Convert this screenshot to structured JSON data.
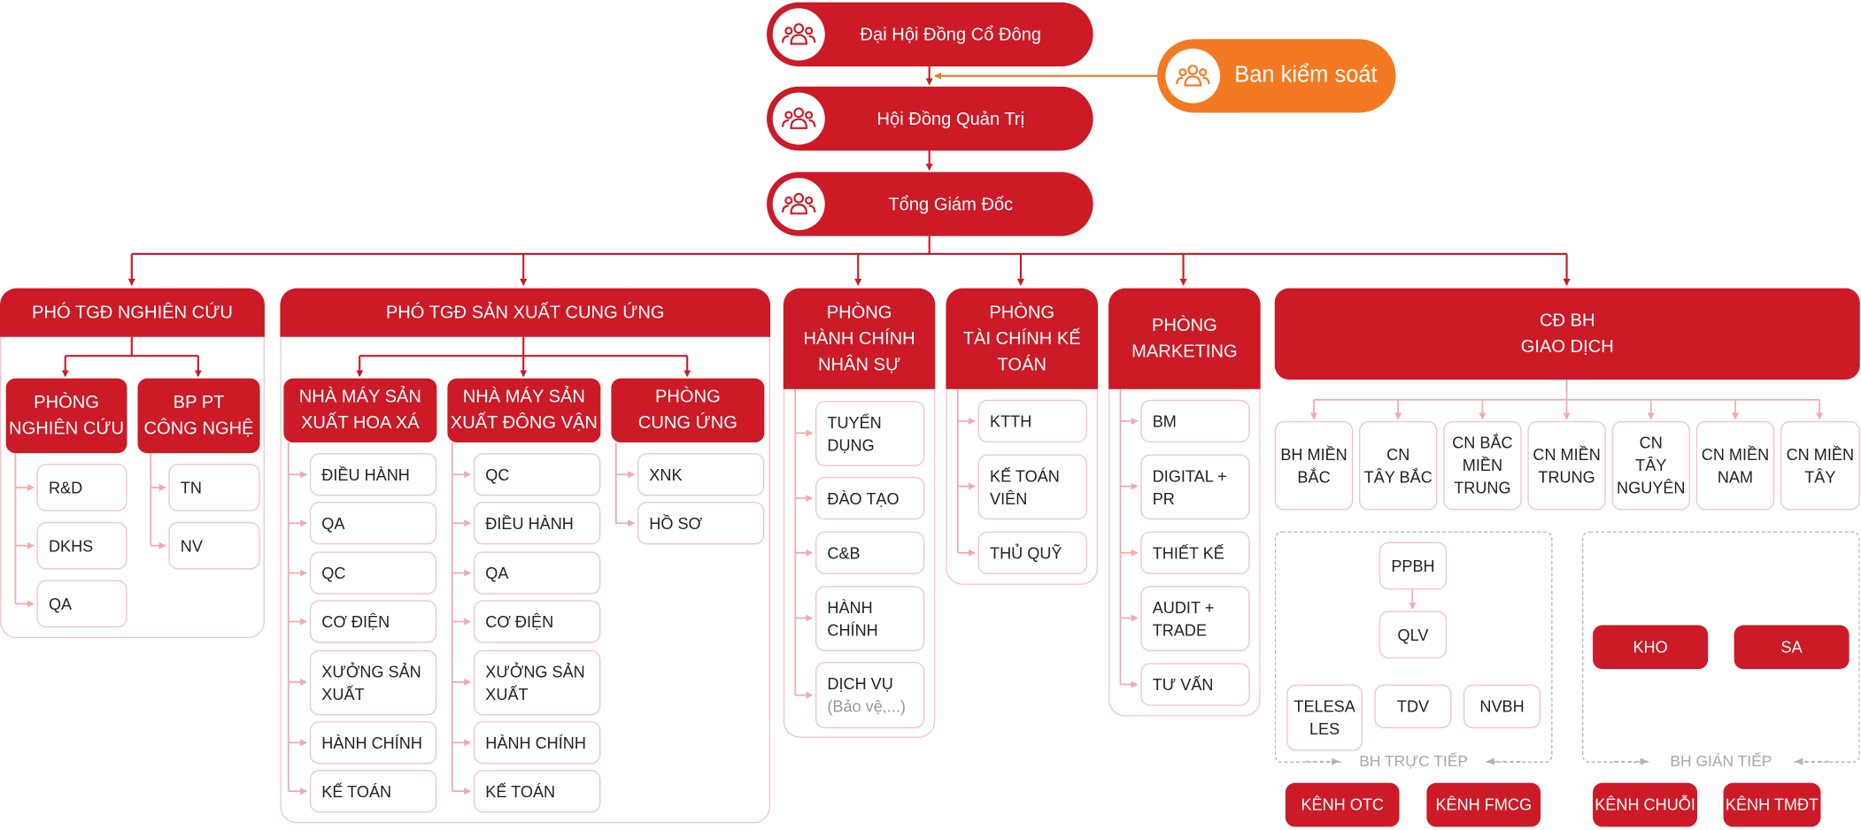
{
  "top": {
    "shareholders": "Đại Hội Đồng Cổ Đông",
    "board": "Hội Đồng Quản Trị",
    "ceo": "Tổng Giám Đốc",
    "supervisory": "Ban kiểm soát",
    "icon": "people-group-icon"
  },
  "research": {
    "title": "PHÓ TGĐ NGHIÊN CỨU",
    "units": [
      {
        "title": "PHÒNG\nNGHIÊN CỨU",
        "items": [
          "R&D",
          "DKHS",
          "QA"
        ]
      },
      {
        "title": "BP PT\nCÔNG NGHỆ",
        "items": [
          "TN",
          "NV"
        ]
      }
    ]
  },
  "production": {
    "title": "PHÓ TGĐ SẢN XUẤT CUNG ỨNG",
    "units": [
      {
        "title": "NHÀ MÁY SẢN\nXUẤT HOA XÁ",
        "items": [
          "ĐIỀU HÀNH",
          "QA",
          "QC",
          "CƠ ĐIỆN",
          "XƯỞNG SẢN\nXUẤT",
          "HÀNH CHÍNH",
          "KẾ TOÁN"
        ]
      },
      {
        "title": "NHÀ MÁY SẢN\nXUẤT ĐÔNG VẬN",
        "items": [
          "QC",
          "ĐIỀU HÀNH",
          "QA",
          "CƠ ĐIỆN",
          "XƯỞNG SẢN\nXUẤT",
          "HÀNH CHÍNH",
          "KẾ TOÁN"
        ]
      },
      {
        "title": "PHÒNG\nCUNG ỨNG",
        "items": [
          "XNK",
          "HỒ SƠ"
        ]
      }
    ]
  },
  "hr": {
    "title": "PHÒNG\nHÀNH CHÍNH\nNHÂN SỰ",
    "items": [
      "TUYỂN\nDỤNG",
      "ĐÀO TẠO",
      "C&B",
      "HÀNH\nCHÍNH",
      "DỊCH VỤ"
    ],
    "note": "(Bảo vệ,...)"
  },
  "finance": {
    "title": "PHÒNG\nTÀI CHÍNH KẾ\nTOÁN",
    "items": [
      "KTTH",
      "KẾ TOÁN\nVIÊN",
      "THỦ QUỸ"
    ]
  },
  "marketing": {
    "title": "PHÒNG\nMARKETING",
    "items": [
      "BM",
      "DIGITAL +\nPR",
      "THIẾT KẾ",
      "AUDIT +\nTRADE",
      "TƯ VẤN"
    ]
  },
  "sales": {
    "title": "CĐ BH\nGIAO DỊCH",
    "branches": [
      "BH MIỀN\nBẮC",
      "CN\nTÂY BẮC",
      "CN BẮC\nMIỀN\nTRUNG",
      "CN MIỀN\nTRUNG",
      "CN\nTÂY\nNGUYÊN",
      "CN MIỀN\nNAM",
      "CN MIỀN\nTÂY"
    ],
    "direct": {
      "ppbh": "PPBH",
      "qlv": "QLV",
      "telesales": "TELESA\nLES",
      "tdv": "TDV",
      "nvbh": "NVBH",
      "caption": "BH TRỰC TIẾP"
    },
    "indirect": {
      "kho": "KHO",
      "sa": "SA",
      "caption": "BH GIÁN TIẾP"
    },
    "channels": [
      "KÊNH OTC",
      "KÊNH FMCG",
      "KÊNH CHUỖI",
      "KÊNH TMĐT"
    ]
  },
  "colors": {
    "red": "#cc1a27",
    "orange": "#f37a22",
    "pink": "#f2c3c7",
    "gray": "#b5b5b5"
  }
}
